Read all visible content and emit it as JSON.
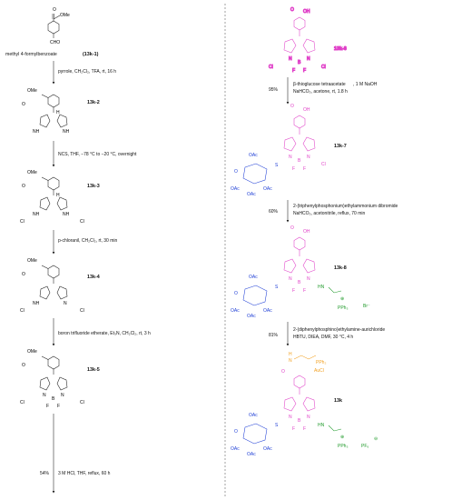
{
  "colors": {
    "black": "#1a1a1a",
    "magenta": "#e040c8",
    "blue": "#1f3fd6",
    "green": "#1f9a2a",
    "orange": "#f2a020",
    "divider": "#8a8a8a"
  },
  "left": {
    "start_name": "methyl 4-formylbenzoate",
    "start_code": "(13k-1)",
    "steps": [
      {
        "id": "s1",
        "conditions": "pyrrole, CH₂Cl₂, TFA, rt, 16 h"
      },
      {
        "id": "s2",
        "conditions": "NCS, THF, −78 °C to −20 °C, overnight"
      },
      {
        "id": "s3",
        "conditions": "p-chloranil, CH₂Cl₂, rt, 30 min"
      },
      {
        "id": "s4",
        "conditions": "boron trifluoride etherate, Et₃N, CH₂Cl₂, rt, 3 h"
      },
      {
        "id": "s5",
        "yield": "54%",
        "conditions": "3 M HCl, THF, reflux, 60 h"
      }
    ],
    "compounds": [
      "13k-2",
      "13k-3",
      "13k-4",
      "13k-5"
    ]
  },
  "right": {
    "compounds": [
      "13k-6",
      "13k-7",
      "13k-8",
      "13k"
    ],
    "steps": [
      {
        "id": "r1",
        "yield": "95%",
        "reagent": "β-thioglucose tetraacetate",
        "conditions": ", 1 M NaOH",
        "conditions2": "NaHCO₃, acetone, rt, 1.8 h"
      },
      {
        "id": "r2",
        "yield": "60%",
        "reagent": "2-(triphenylphosphonium)ethylammonium dibromide",
        "conditions2": "NaHCO₃, acetonitrile, reflux, 70 min"
      },
      {
        "id": "r3",
        "yield": "81%",
        "reagent": "2-(diphenylphosphino)ethylamine-aurichloride",
        "conditions2": "HBTU, DIEA, DMF, 30 °C, 4 h"
      }
    ]
  },
  "atoms": {
    "ome": "OMe",
    "o": "O",
    "oh": "OH",
    "cho": "CHO",
    "h": "H",
    "nh": "NH",
    "n": "N",
    "cl": "Cl",
    "b": "B",
    "f": "F",
    "s": "S",
    "oac": "OAc",
    "hn": "HN",
    "pph3": "PPh₃",
    "br": "Br⁻",
    "auci": "AuCl",
    "pph2": "PPh₂",
    "pf6": "PF₆",
    "plus": "⊕",
    "minus": "⊖",
    "minus_sign": "−",
    "plus_sign": "+"
  }
}
